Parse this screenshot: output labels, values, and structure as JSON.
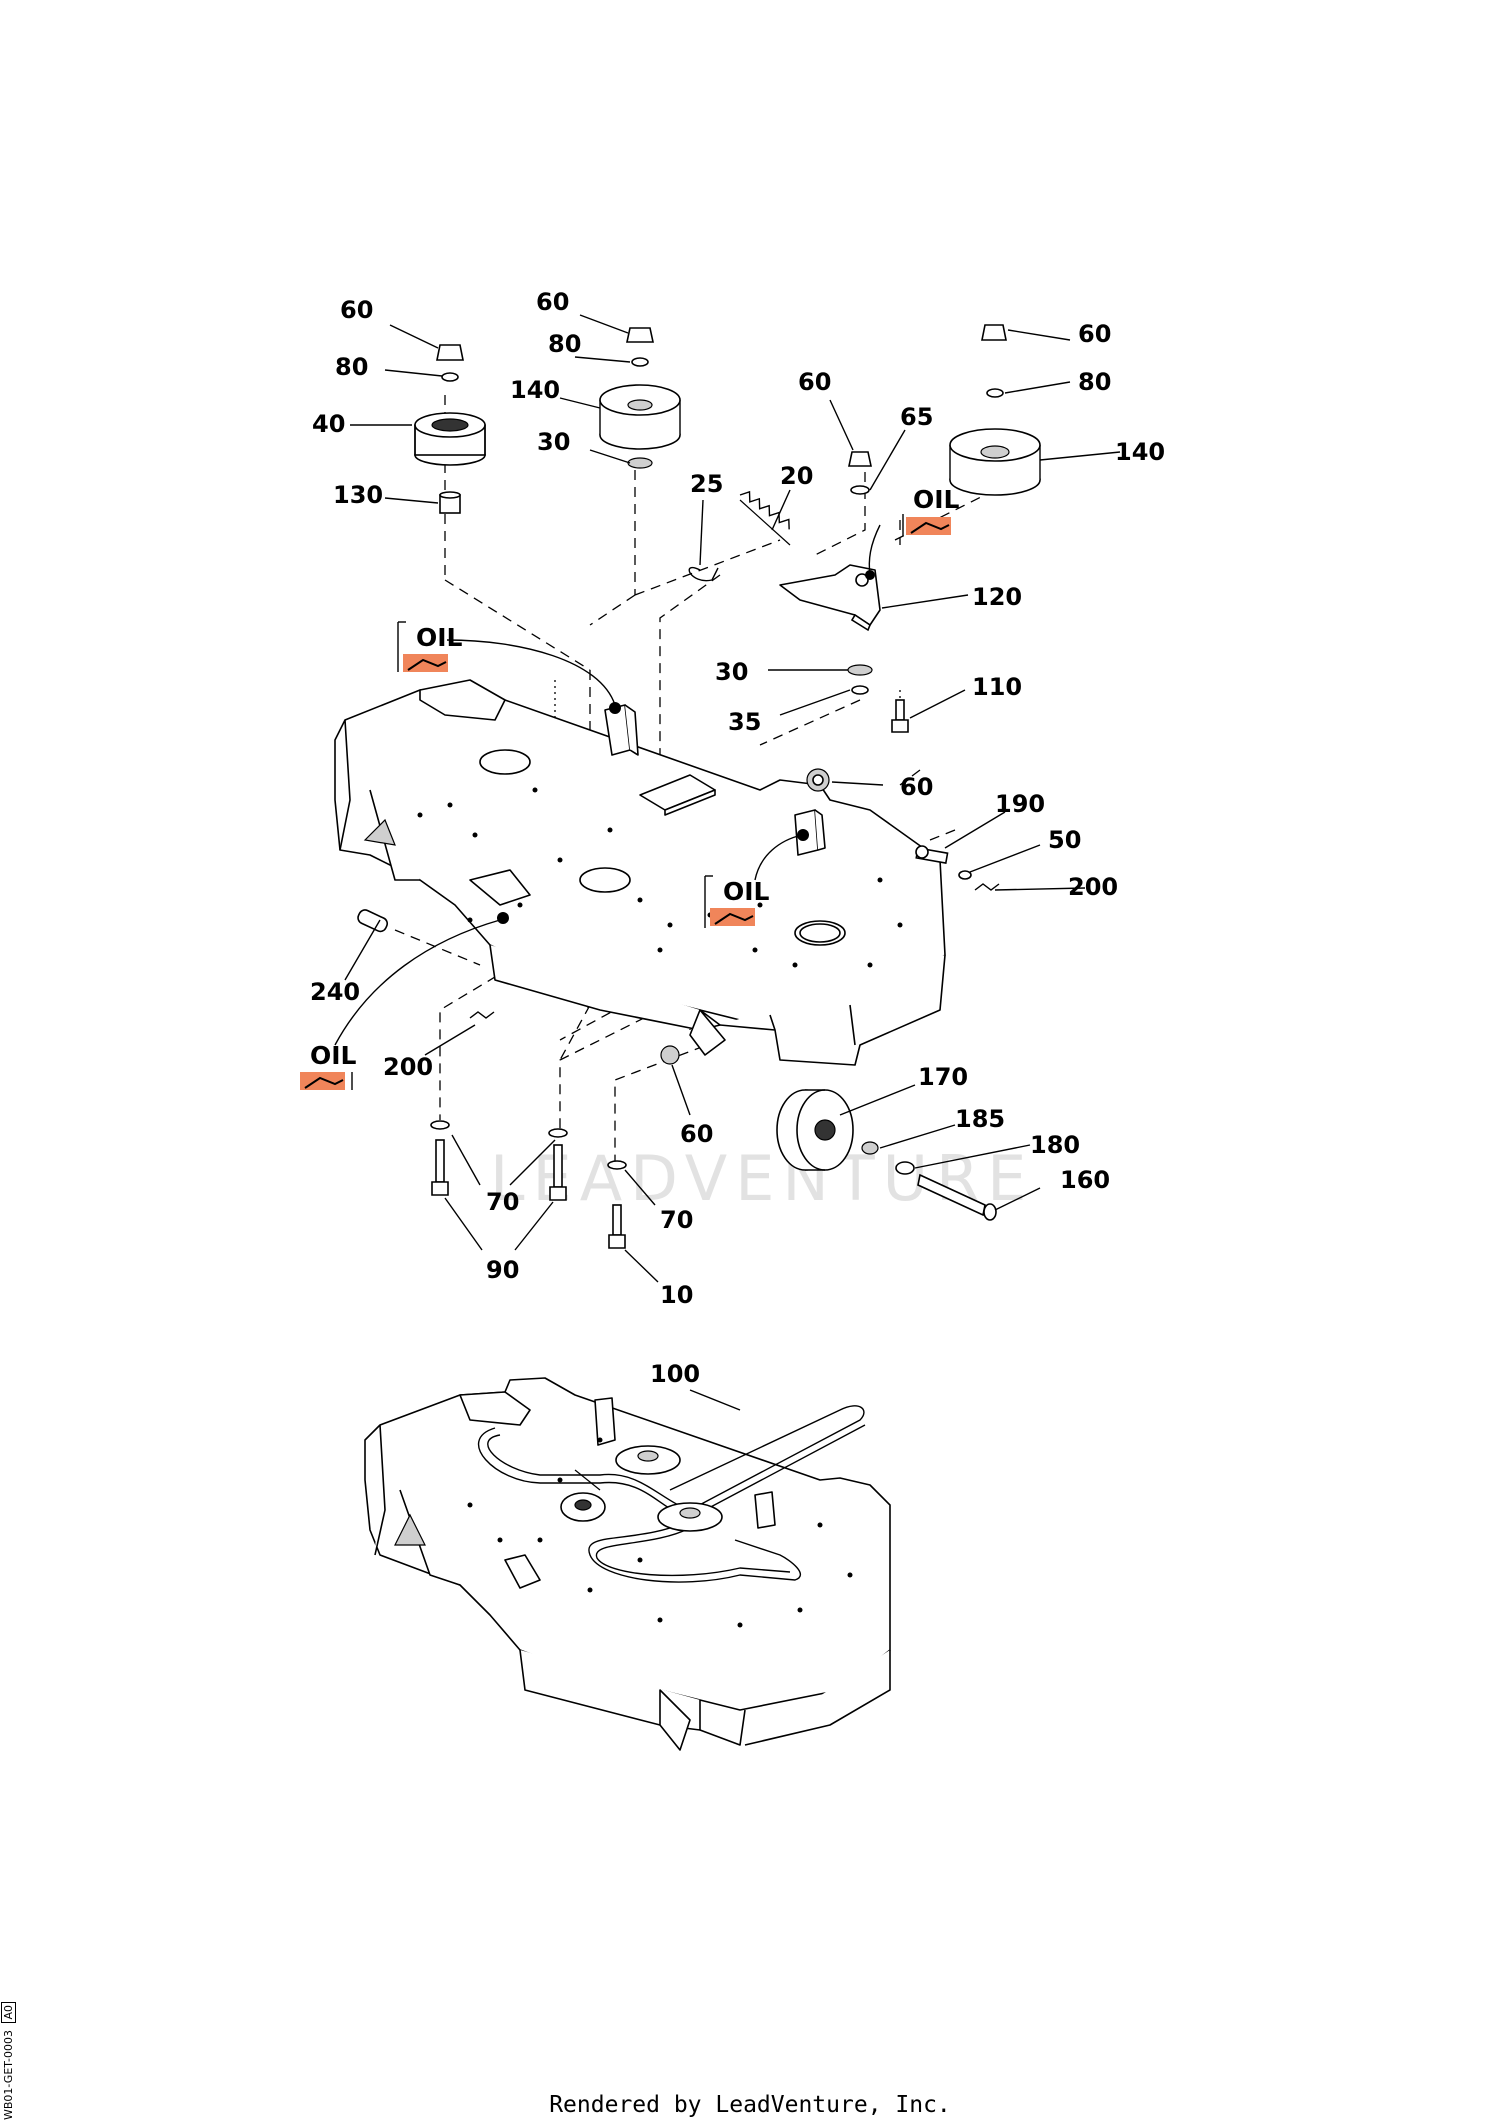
{
  "diagram": {
    "callouts": [
      {
        "id": "c60a",
        "label": "60"
      },
      {
        "id": "c80a",
        "label": "80"
      },
      {
        "id": "c40",
        "label": "40"
      },
      {
        "id": "c130",
        "label": "130"
      },
      {
        "id": "c60b",
        "label": "60"
      },
      {
        "id": "c80b",
        "label": "80"
      },
      {
        "id": "c140a",
        "label": "140"
      },
      {
        "id": "c30a",
        "label": "30"
      },
      {
        "id": "c25",
        "label": "25"
      },
      {
        "id": "c20",
        "label": "20"
      },
      {
        "id": "c60c",
        "label": "60"
      },
      {
        "id": "c65",
        "label": "65"
      },
      {
        "id": "c60d",
        "label": "60"
      },
      {
        "id": "c80c",
        "label": "80"
      },
      {
        "id": "c140b",
        "label": "140"
      },
      {
        "id": "c120",
        "label": "120"
      },
      {
        "id": "c30b",
        "label": "30"
      },
      {
        "id": "c35",
        "label": "35"
      },
      {
        "id": "c110",
        "label": "110"
      },
      {
        "id": "c60e",
        "label": "60"
      },
      {
        "id": "c190",
        "label": "190"
      },
      {
        "id": "c50",
        "label": "50"
      },
      {
        "id": "c200a",
        "label": "200"
      },
      {
        "id": "c240",
        "label": "240"
      },
      {
        "id": "c200b",
        "label": "200"
      },
      {
        "id": "c170",
        "label": "170"
      },
      {
        "id": "c185",
        "label": "185"
      },
      {
        "id": "c180",
        "label": "180"
      },
      {
        "id": "c160",
        "label": "160"
      },
      {
        "id": "c60f",
        "label": "60"
      },
      {
        "id": "c70a",
        "label": "70"
      },
      {
        "id": "c70b",
        "label": "70"
      },
      {
        "id": "c90",
        "label": "90"
      },
      {
        "id": "c10",
        "label": "10"
      },
      {
        "id": "c100",
        "label": "100"
      }
    ],
    "oil_markers": [
      {
        "id": "oil1",
        "label": "OIL"
      },
      {
        "id": "oil2",
        "label": "OIL"
      },
      {
        "id": "oil3",
        "label": "OIL"
      },
      {
        "id": "oil4",
        "label": "OIL"
      }
    ],
    "oil_color": "#f0855a",
    "watermark": "LEADVENTURE"
  },
  "footer": {
    "rendered_by": "Rendered by LeadVenture, Inc."
  },
  "drawing_code": "WB01-GET-0003",
  "revision": "A0"
}
